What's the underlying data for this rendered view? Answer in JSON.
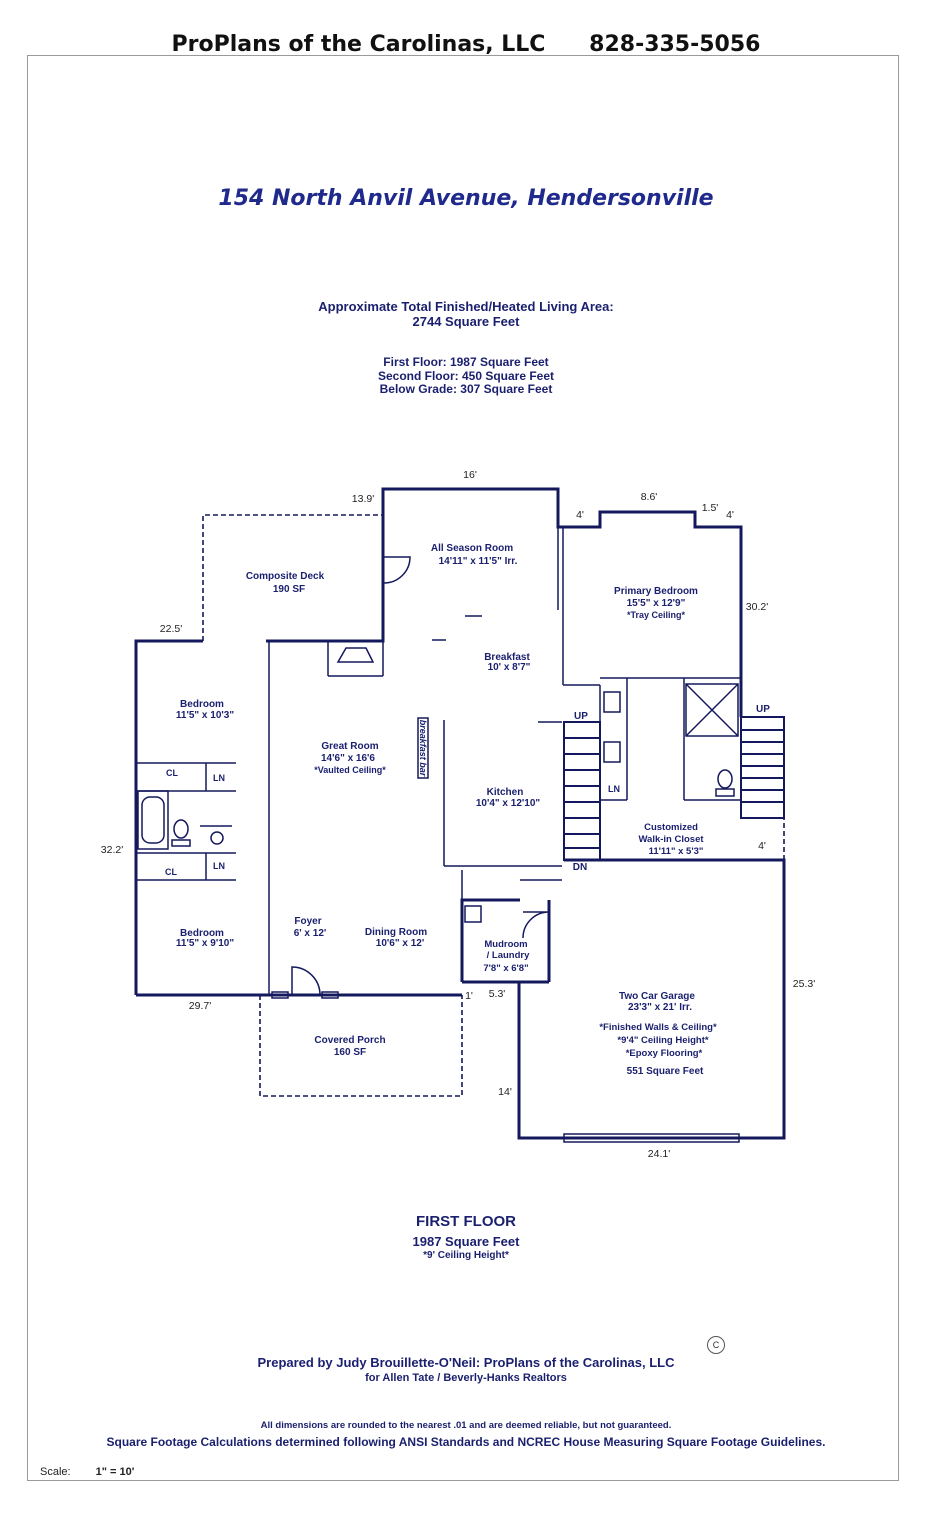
{
  "header": {
    "company": "ProPlans of the Carolinas, LLC",
    "phone": "828-335-5056"
  },
  "address": "154 North Anvil Avenue, Hendersonville",
  "area_summary": {
    "line1": "Approximate Total Finished/Heated Living Area:",
    "line2": "2744 Square Feet",
    "first": "First Floor: 1987 Square Feet",
    "second": "Second Floor: 450 Square Feet",
    "below": "Below Grade: 307 Square Feet"
  },
  "rooms": {
    "all_season": {
      "name": "All Season Room",
      "size": "14'11\" x 11'5\" Irr."
    },
    "deck": {
      "name": "Composite Deck",
      "size": "190 SF"
    },
    "primary": {
      "name": "Primary Bedroom",
      "size": "15'5\" x 12'9\"",
      "note": "*Tray Ceiling*"
    },
    "breakfast": {
      "name": "Breakfast",
      "size": "10' x 8'7\""
    },
    "bedroom1": {
      "name": "Bedroom",
      "size": "11'5\" x 10'3\""
    },
    "great": {
      "name": "Great Room",
      "size": "14'6\" x 16'6",
      "note": "*Vaulted Ceiling*"
    },
    "kitchen": {
      "name": "Kitchen",
      "size": "10'4\" x 12'10\""
    },
    "closet": {
      "name1": "Customized",
      "name2": "Walk-in Closet",
      "size": "11'11\" x 5'3\""
    },
    "bedroom2": {
      "name": "Bedroom",
      "size": "11'5\" x 9'10\""
    },
    "foyer": {
      "name": "Foyer",
      "size": "6' x 12'"
    },
    "dining": {
      "name": "Dining Room",
      "size": "10'6\" x 12'"
    },
    "mudroom": {
      "name1": "Mudroom",
      "name2": "/ Laundry",
      "size": "7'8\" x 6'8\""
    },
    "porch": {
      "name": "Covered Porch",
      "size": "160 SF"
    },
    "garage": {
      "name": "Two Car Garage",
      "size": "23'3\" x 21' Irr.",
      "note1": "*Finished Walls & Ceiling*",
      "note2": "*9'4\" Ceiling Height*",
      "note3": "*Epoxy Flooring*",
      "sf": "551 Square Feet"
    }
  },
  "labels": {
    "cl": "CL",
    "ln": "LN",
    "up": "UP",
    "dn": "DN",
    "breakfast_bar": "breakfast bar"
  },
  "dimensions": {
    "d16": "16'",
    "d139": "13.9'",
    "d86": "8.6'",
    "d15": "1.5'",
    "d4a": "4'",
    "d4b": "4'",
    "d302": "30.2'",
    "d225": "22.5'",
    "d322": "32.2'",
    "d4c": "4'",
    "d253": "25.3'",
    "d297": "29.7'",
    "d1": "1'",
    "d53": "5.3'",
    "d14": "14'",
    "d241": "24.1'"
  },
  "floor": {
    "name": "FIRST FLOOR",
    "sf": "1987 Square Feet",
    "note": "*9' Ceiling Height*"
  },
  "footer": {
    "prepared": "Prepared by Judy Brouillette-O'Neil: ProPlans of the Carolinas, LLC",
    "for": "for Allen Tate / Beverly-Hanks Realtors",
    "disclaimer": "All dimensions are rounded to the nearest .01 and are deemed reliable, but not guaranteed.",
    "ansi": "Square Footage Calculations determined following ANSI Standards and NCREC House Measuring Square Footage Guidelines.",
    "scale_label": "Scale:",
    "scale_value": "1\" = 10'",
    "copyright": "C"
  },
  "colors": {
    "ink": "#1a1f6e",
    "wall": "#14185c"
  }
}
